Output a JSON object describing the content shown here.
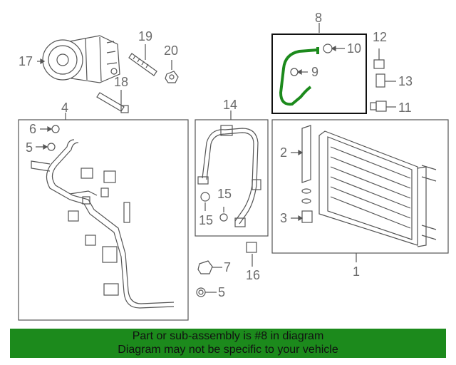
{
  "callouts": {
    "c1": "1",
    "c2": "2",
    "c3": "3",
    "c4": "4",
    "c5a": "5",
    "c5b": "5",
    "c6": "6",
    "c7": "7",
    "c8": "8",
    "c9": "9",
    "c10": "10",
    "c11": "11",
    "c12": "12",
    "c13": "13",
    "c14": "14",
    "c15a": "15",
    "c15b": "15",
    "c16": "16",
    "c17": "17",
    "c18": "18",
    "c19": "19",
    "c20": "20"
  },
  "banner": {
    "line1": "Part or sub-assembly is #8 in diagram",
    "line2": "Diagram may not be specific to your vehicle",
    "color": "#1c8a1c"
  },
  "colors": {
    "linework": "#555555",
    "highlight": "#1c8a1c",
    "highlight_box": "#111111"
  }
}
